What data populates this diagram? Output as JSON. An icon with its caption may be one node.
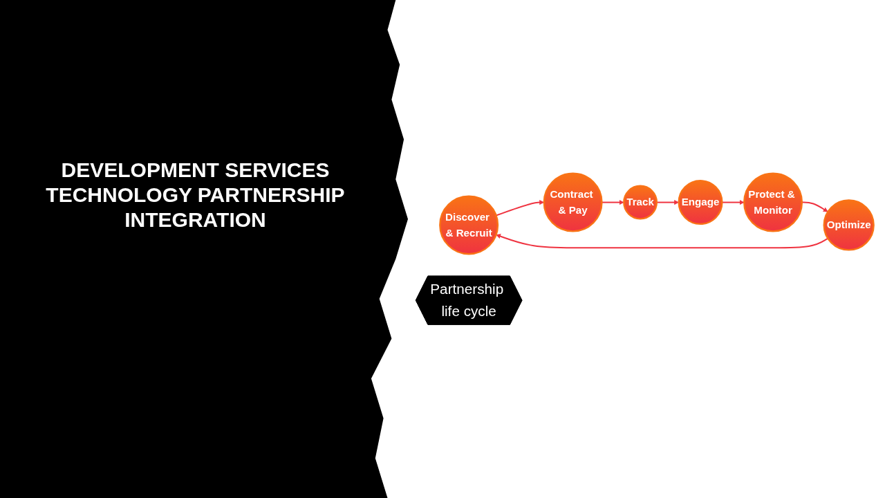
{
  "diagram": {
    "title": "DEVELOPMENT SERVICES TECHNOLOGY PARTNERSHIP INTEGRATION",
    "nodes": [
      {
        "text": [
          "Discover & Recruit"
        ]
      },
      {
        "text": [
          "Contract & Pay"
        ]
      },
      {
        "text": [
          "Track"
        ]
      },
      {
        "text": [
          "Engage"
        ]
      },
      {
        "text": [
          "Protect & Monitor"
        ]
      },
      {
        "text": [
          "Optimize"
        ]
      },
      {
        "text": [
          "Partnership life cycle"
        ]
      }
    ],
    "edges": [
      {
        "from": 0,
        "to": 1,
        "arrow": "to"
      },
      {
        "from": 1,
        "to": 2,
        "arrow": "to"
      },
      {
        "from": 2,
        "to": 3,
        "arrow": "to"
      },
      {
        "from": 3,
        "to": 4,
        "arrow": "to"
      },
      {
        "from": 4,
        "to": 5,
        "arrow": "to"
      },
      {
        "from": 5,
        "to": 0,
        "arrow": "to"
      }
    ]
  }
}
